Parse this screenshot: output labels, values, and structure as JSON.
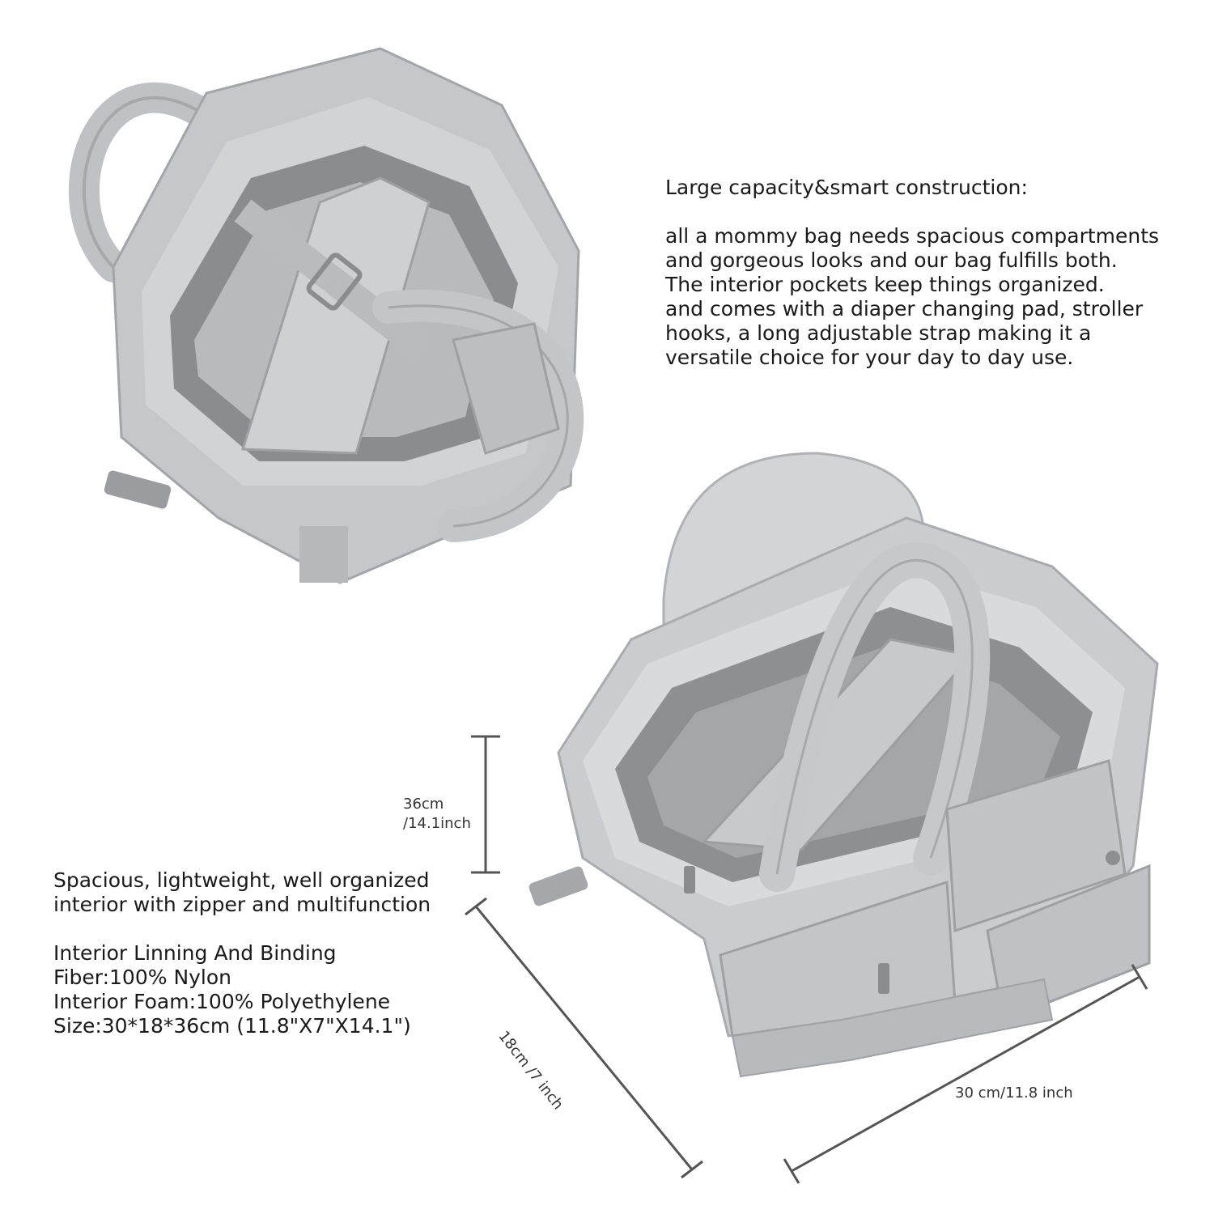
{
  "headline_block": {
    "title": "Large capacity&smart construction:",
    "lines": [
      "all a mommy bag needs spacious compartments",
      "and gorgeous looks and our bag fulfills both.",
      "The interior pockets keep things organized.",
      "and comes with a diaper changing pad, stroller",
      "hooks, a long adjustable strap making it a",
      "versatile choice for your day to day use."
    ]
  },
  "spec_block": {
    "intro_lines": [
      "Spacious, lightweight, well organized",
      "interior with zipper and multifunction"
    ],
    "spec_lines": [
      "Interior Linning And Binding",
      "Fiber:100% Nylon",
      "Interior Foam:100% Polyethylene",
      "Size:30*18*36cm (11.8\"X7\"X14.1\")"
    ]
  },
  "dimensions": {
    "height_line1": "36cm",
    "height_line2": "/14.1inch",
    "depth": "18cm /7 inch",
    "width": "30 cm/11.8 inch"
  },
  "colors": {
    "bag_light": "#c9cacc",
    "bag_mid": "#b3b5b8",
    "bag_dark": "#8e9094",
    "lining": "#7d7f83",
    "dimension_line": "#555555"
  }
}
